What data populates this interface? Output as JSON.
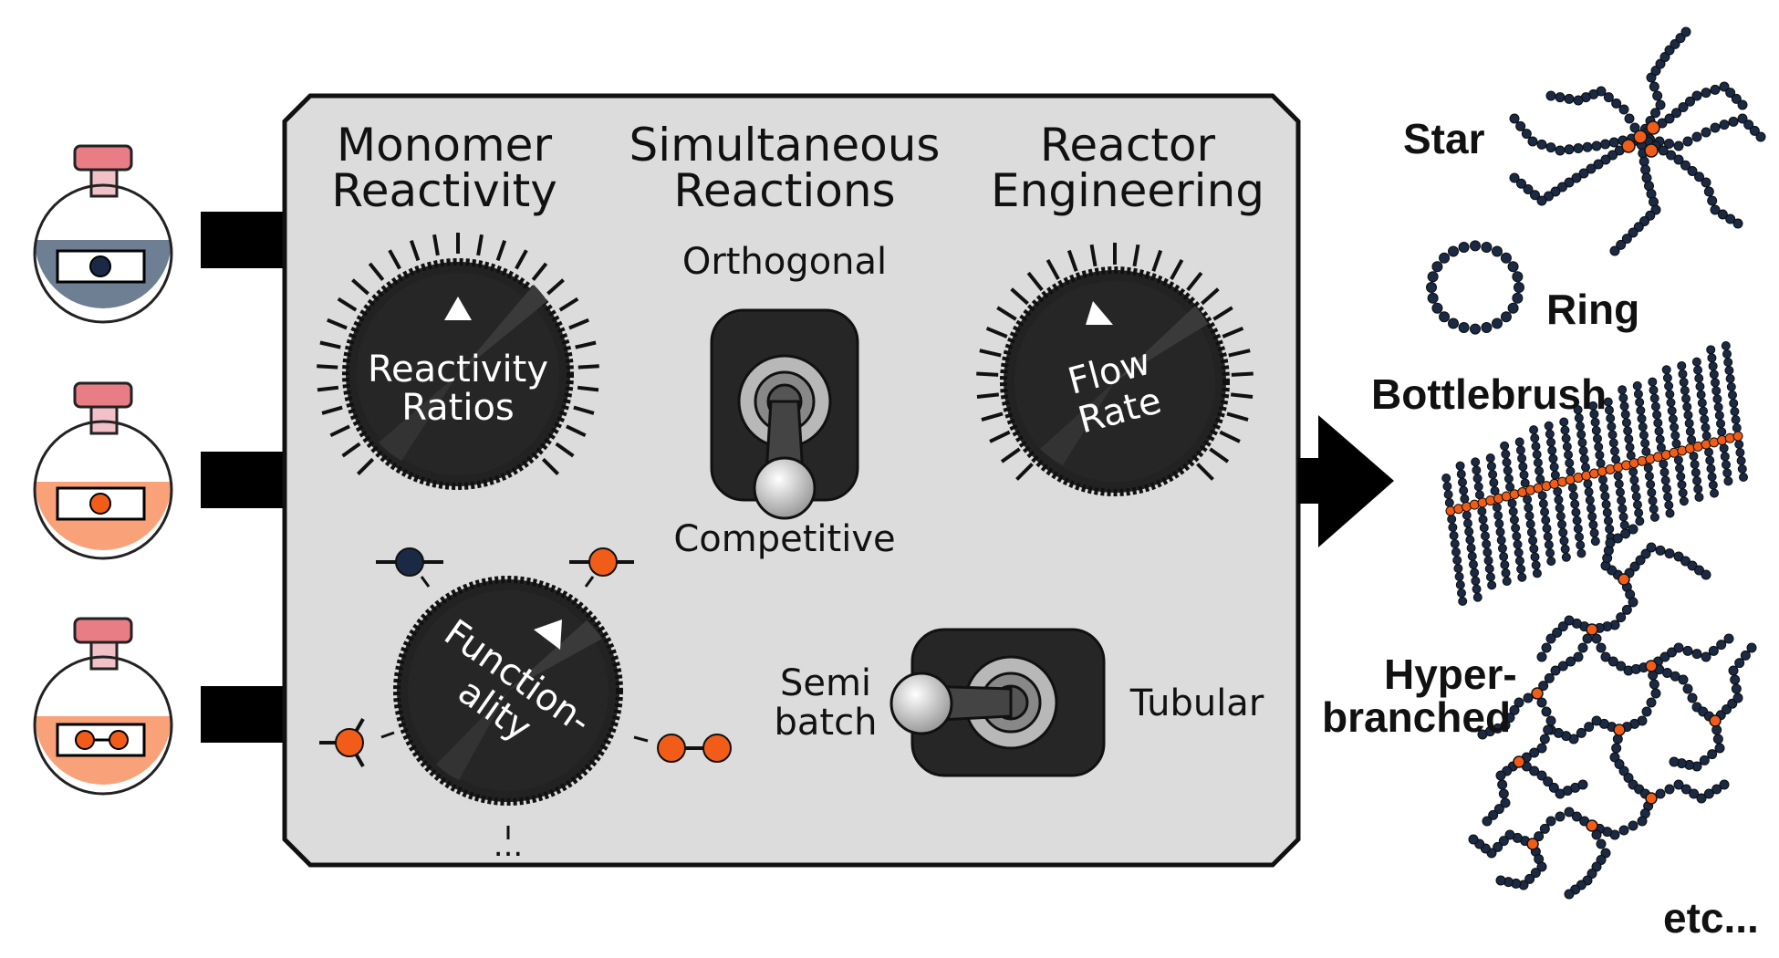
{
  "panel": {
    "headers": [
      {
        "line1": "Monomer",
        "line2": "Reactivity"
      },
      {
        "line1": "Simultaneous",
        "line2": "Reactions"
      },
      {
        "line1": "Reactor",
        "line2": "Engineering"
      }
    ],
    "knobs": {
      "reactivity": {
        "line1": "Reactivity",
        "line2": "Ratios"
      },
      "flow": {
        "line1": "Flow",
        "line2": "Rate"
      },
      "functionality": {
        "line1": "Function-",
        "line2": "ality",
        "more": "..."
      }
    },
    "switch_reaction": {
      "top_label": "Orthogonal",
      "bottom_label": "Competitive"
    },
    "switch_reactor": {
      "left_line1": "Semi",
      "left_line2": "batch",
      "right_label": "Tubular"
    }
  },
  "polymers": {
    "star": "Star",
    "ring": "Ring",
    "bottlebrush": "Bottlebrush",
    "hyper_line1": "Hyper-",
    "hyper_line2": "branched",
    "etc": "etc..."
  },
  "colors": {
    "panel_fill": "#dcdcdc",
    "knob": "#222222",
    "navy_monomer": "#1b2a44",
    "orange_monomer": "#f25c19",
    "flask_liquid_gray": "#6e7f93",
    "flask_liquid_orange": "#f9a27a",
    "flask_cap": "#e87d86"
  }
}
